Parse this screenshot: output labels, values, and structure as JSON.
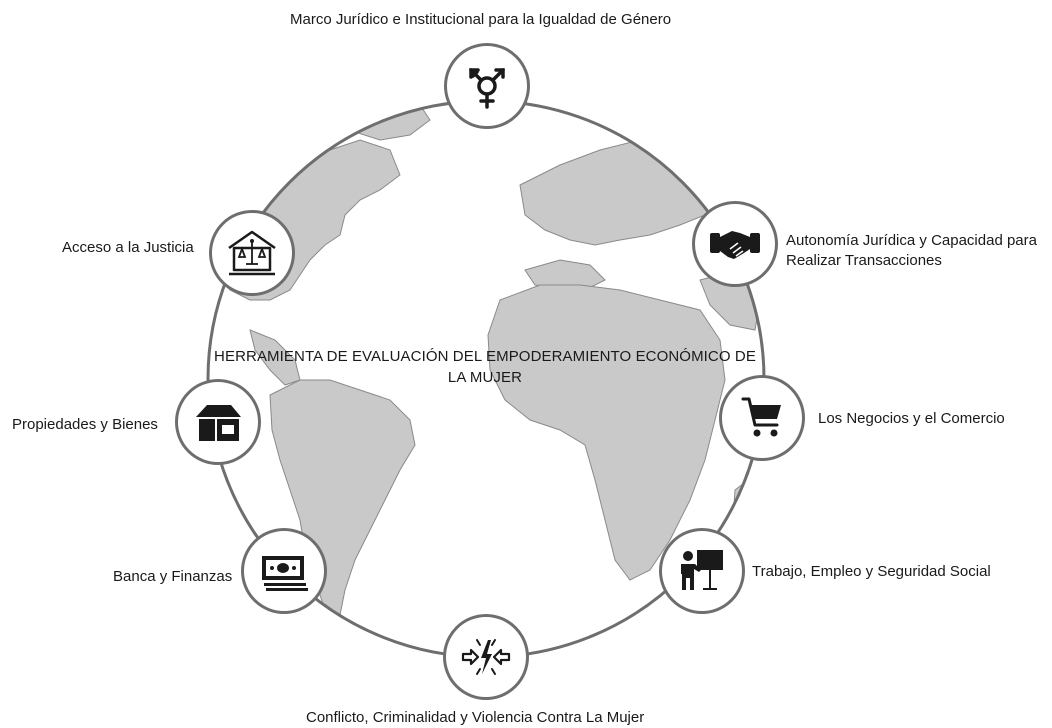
{
  "title": "HERRAMIENTA DE EVALUACIÓN DEL EMPODERAMIENTO ECONÓMICO DE LA MUJER",
  "colors": {
    "land": "#c9c9c9",
    "ocean": "#ffffff",
    "ring": "#6e6e6e",
    "icon": "#1a1a1a"
  },
  "nodes": [
    {
      "id": "marco",
      "label": "Marco Jurídico e Institucional para la Igualdad de Género",
      "icon": "gender-symbol-icon"
    },
    {
      "id": "autonomia",
      "label_line1": "Autonomía Jurídica y Capacidad para",
      "label_line2": "Realizar Transacciones",
      "icon": "handshake-icon"
    },
    {
      "id": "negocios",
      "label": "Los Negocios y el Comercio",
      "icon": "shopping-cart-icon"
    },
    {
      "id": "trabajo",
      "label": "Trabajo, Empleo y Seguridad Social",
      "icon": "presenter-icon"
    },
    {
      "id": "conflicto",
      "label": "Conflicto, Criminalidad y Violencia Contra La Mujer",
      "icon": "conflict-icon"
    },
    {
      "id": "banca",
      "label": "Banca y Finanzas",
      "icon": "banknote-icon"
    },
    {
      "id": "propiedades",
      "label": "Propiedades y Bienes",
      "icon": "house-icon"
    },
    {
      "id": "justicia",
      "label": "Acceso a la Justicia",
      "icon": "courthouse-scales-icon"
    }
  ]
}
